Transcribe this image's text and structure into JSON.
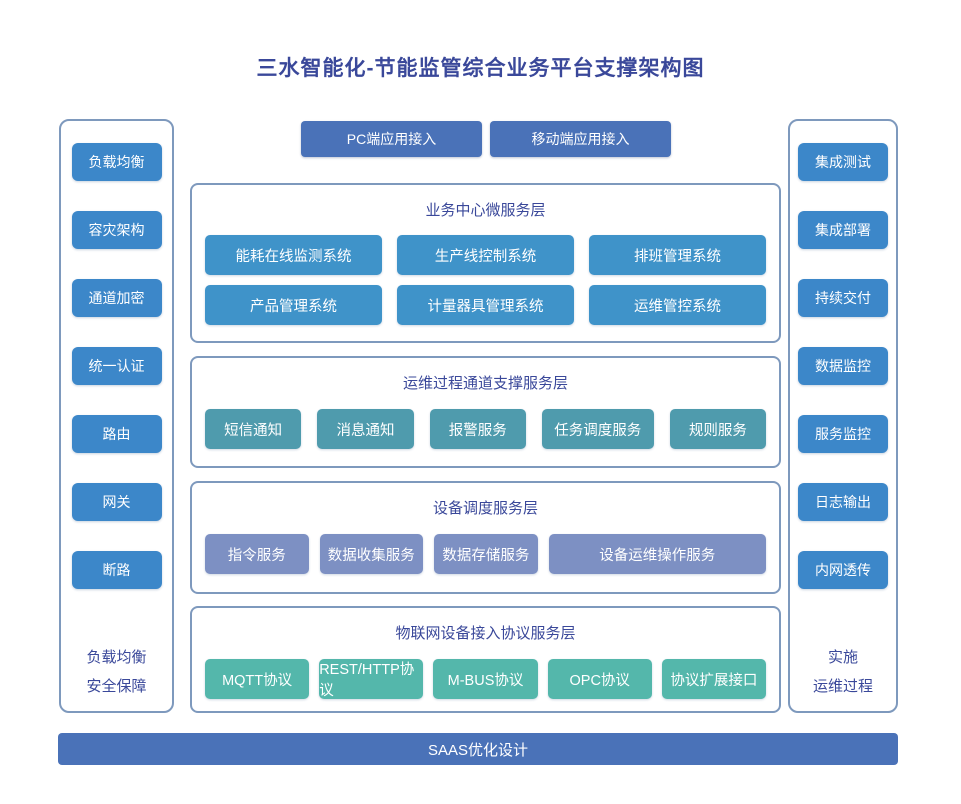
{
  "title": "三水智能化-节能监管综合业务平台支撑架构图",
  "colors": {
    "title_text": "#3a489a",
    "panel_border": "#7e99bd",
    "side_box": "#3c87c9",
    "access_button": "#4a72b8",
    "layer1_box": "#3f93c9",
    "layer2_box": "#4f9bad",
    "layer3_box": "#7d90c3",
    "layer4_box": "#54b7ab",
    "footer_bar": "#4a72b8"
  },
  "top_buttons": [
    {
      "label": "PC端应用接入"
    },
    {
      "label": "移动端应用接入"
    }
  ],
  "left_panel": {
    "items": [
      "负载均衡",
      "容灾架构",
      "通道加密",
      "统一认证",
      "路由",
      "网关",
      "断路"
    ],
    "caption": [
      "负载均衡",
      "安全保障"
    ]
  },
  "right_panel": {
    "items": [
      "集成测试",
      "集成部署",
      "持续交付",
      "数据监控",
      "服务监控",
      "日志输出",
      "内网透传"
    ],
    "caption": [
      "实施",
      "运维过程"
    ]
  },
  "layers": [
    {
      "title": "业务中心微服务层",
      "items": [
        "能耗在线监测系统",
        "生产线控制系统",
        "排班管理系统",
        "产品管理系统",
        "计量器具管理系统",
        "运维管控系统"
      ]
    },
    {
      "title": "运维过程通道支撑服务层",
      "items": [
        "短信通知",
        "消息通知",
        "报警服务",
        "任务调度服务",
        "规则服务"
      ]
    },
    {
      "title": "设备调度服务层",
      "items": [
        "指令服务",
        "数据收集服务",
        "数据存储服务",
        "设备运维操作服务"
      ]
    },
    {
      "title": "物联网设备接入协议服务层",
      "items": [
        "MQTT协议",
        "REST/HTTP协议",
        "M-BUS协议",
        "OPC协议",
        "协议扩展接口"
      ]
    }
  ],
  "footer": {
    "label": "SAAS优化设计"
  }
}
